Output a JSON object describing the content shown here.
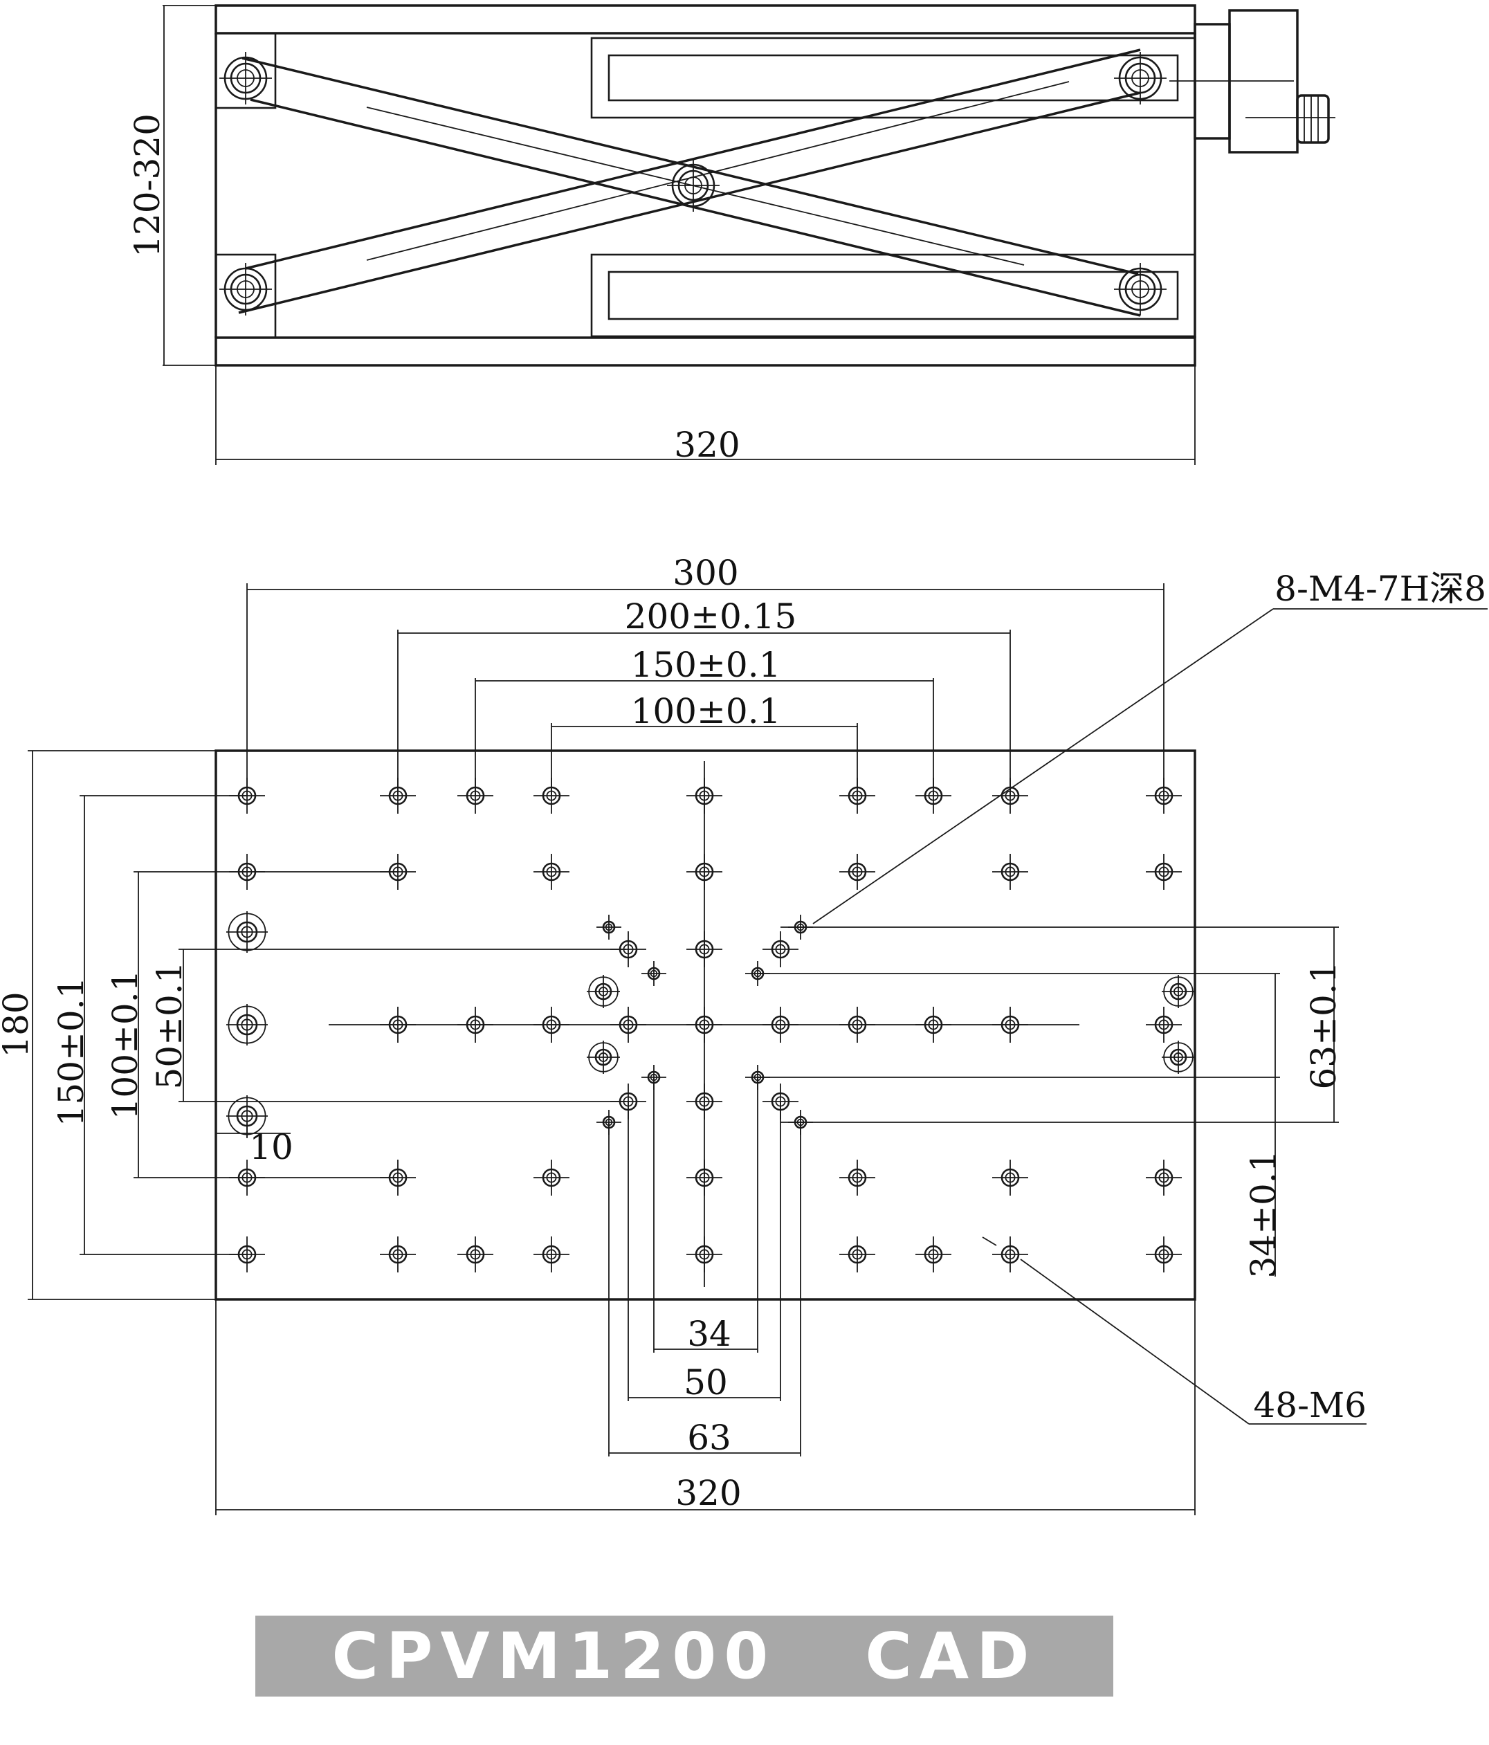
{
  "side_view": {
    "dim_height": "120-320",
    "dim_width": "320"
  },
  "top_view": {
    "dim_300": "300",
    "dim_200": "200±0.15",
    "dim_150": "150±0.1",
    "dim_100": "100±0.1",
    "dim_180": "180",
    "dim_150_v": "150±0.1",
    "dim_100_v": "100±0.1",
    "dim_50_v": "50±0.1",
    "dim_10": "10",
    "dim_63_v": "63±0.1",
    "dim_34_v": "34±0.1",
    "dim_34": "34",
    "dim_50": "50",
    "dim_63": "63",
    "dim_320": "320",
    "callout_m4": "8-M4-7H深8",
    "callout_m6": "48-M6"
  },
  "title": "CPVM1200   CAD"
}
